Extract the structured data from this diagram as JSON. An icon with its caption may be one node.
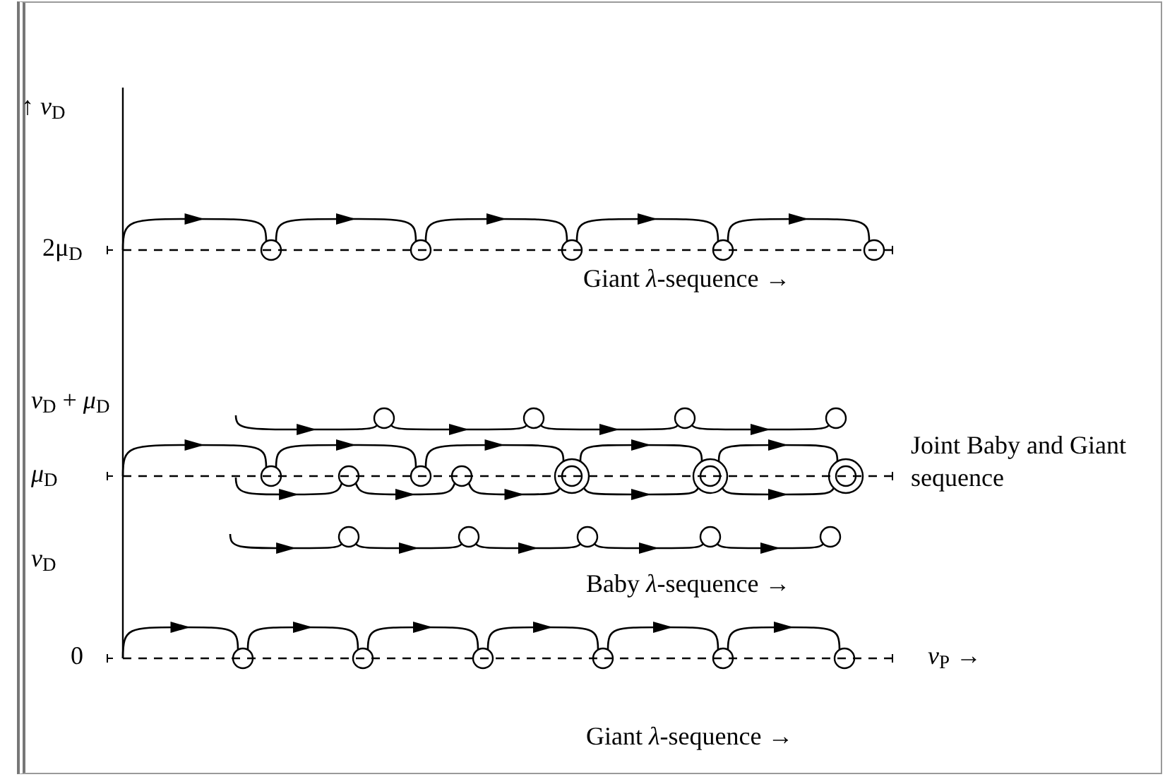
{
  "diagram": {
    "nodes": [
      {
        "text": [],
        "shape": "circle"
      },
      {
        "text": [],
        "shape": "circle"
      },
      {
        "text": [],
        "shape": "circle"
      },
      {
        "text": [],
        "shape": "circle"
      },
      {
        "text": [],
        "shape": "circle"
      },
      {
        "text": [],
        "shape": "circle"
      },
      {
        "text": [],
        "shape": "circle"
      },
      {
        "text": [],
        "shape": "circle"
      },
      {
        "text": [],
        "shape": "circle"
      },
      {
        "text": [],
        "shape": "circle"
      },
      {
        "text": [],
        "shape": "circle"
      },
      {
        "text": [],
        "shape": "circle"
      },
      {
        "text": [],
        "shape": "circle"
      },
      {
        "text": [],
        "shape": "circle"
      },
      {
        "text": [],
        "shape": "circle"
      },
      {
        "text": [],
        "shape": "circle"
      },
      {
        "text": [],
        "shape": "circle"
      },
      {
        "text": [],
        "shape": "circle"
      },
      {
        "text": [],
        "shape": "circle"
      },
      {
        "text": [],
        "shape": "circle"
      },
      {
        "text": [],
        "shape": "circle"
      },
      {
        "text": [],
        "shape": "circle"
      },
      {
        "text": [],
        "shape": "circle"
      },
      {
        "text": [],
        "shape": "circle"
      },
      {
        "text": [],
        "shape": "circle"
      },
      {
        "text": [],
        "shape": "circle"
      },
      {
        "text": [],
        "shape": "circle"
      }
    ],
    "edges": [
      {
        "from": null,
        "to": 0,
        "arrow": "to"
      },
      {
        "from": 0,
        "to": 1,
        "arrow": "to"
      },
      {
        "from": 1,
        "to": 2,
        "arrow": "to"
      },
      {
        "from": 2,
        "to": 3,
        "arrow": "to"
      },
      {
        "from": 3,
        "to": 4,
        "arrow": "to"
      },
      {
        "from": null,
        "to": 5,
        "arrow": "to"
      },
      {
        "from": 5,
        "to": 6,
        "arrow": "to"
      },
      {
        "from": 6,
        "to": 7,
        "arrow": "to"
      },
      {
        "from": 7,
        "to": 8,
        "arrow": "to"
      },
      {
        "from": null,
        "to": 9,
        "arrow": "to"
      },
      {
        "from": 9,
        "to": 11,
        "arrow": "to"
      },
      {
        "from": 11,
        "to": 13,
        "arrow": "to"
      },
      {
        "from": 13,
        "to": 14,
        "arrow": "to"
      },
      {
        "from": 14,
        "to": 15,
        "arrow": "to"
      },
      {
        "from": null,
        "to": 10,
        "arrow": "to"
      },
      {
        "from": 10,
        "to": 12,
        "arrow": "to"
      },
      {
        "from": 12,
        "to": 13,
        "arrow": "to"
      },
      {
        "from": 13,
        "to": 14,
        "arrow": "to"
      },
      {
        "from": 14,
        "to": 15,
        "arrow": "to"
      },
      {
        "from": null,
        "to": 16,
        "arrow": "to"
      },
      {
        "from": 16,
        "to": 17,
        "arrow": "to"
      },
      {
        "from": 17,
        "to": 18,
        "arrow": "to"
      },
      {
        "from": 18,
        "to": 19,
        "arrow": "to"
      },
      {
        "from": 19,
        "to": 20,
        "arrow": "to"
      },
      {
        "from": null,
        "to": 21,
        "arrow": "to"
      },
      {
        "from": 21,
        "to": 22,
        "arrow": "to"
      },
      {
        "from": 22,
        "to": 23,
        "arrow": "to"
      },
      {
        "from": 23,
        "to": 24,
        "arrow": "to"
      },
      {
        "from": 24,
        "to": 25,
        "arrow": "to"
      },
      {
        "from": 25,
        "to": 26,
        "arrow": "to"
      }
    ],
    "labels": [
      "↑ *v*$_{D}$",
      "2μ$_{D}$",
      "Giant *λ*-sequence →",
      "*v*$_{D}$ + *μ*$_{D}$",
      "Joint Baby and Giant sequence",
      "*μ*$_{D}$",
      "*v*$_{D}$",
      "Baby *λ*-sequence →",
      "0",
      "*v*$_{P}$ →",
      "Giant *λ*-sequence →"
    ]
  }
}
